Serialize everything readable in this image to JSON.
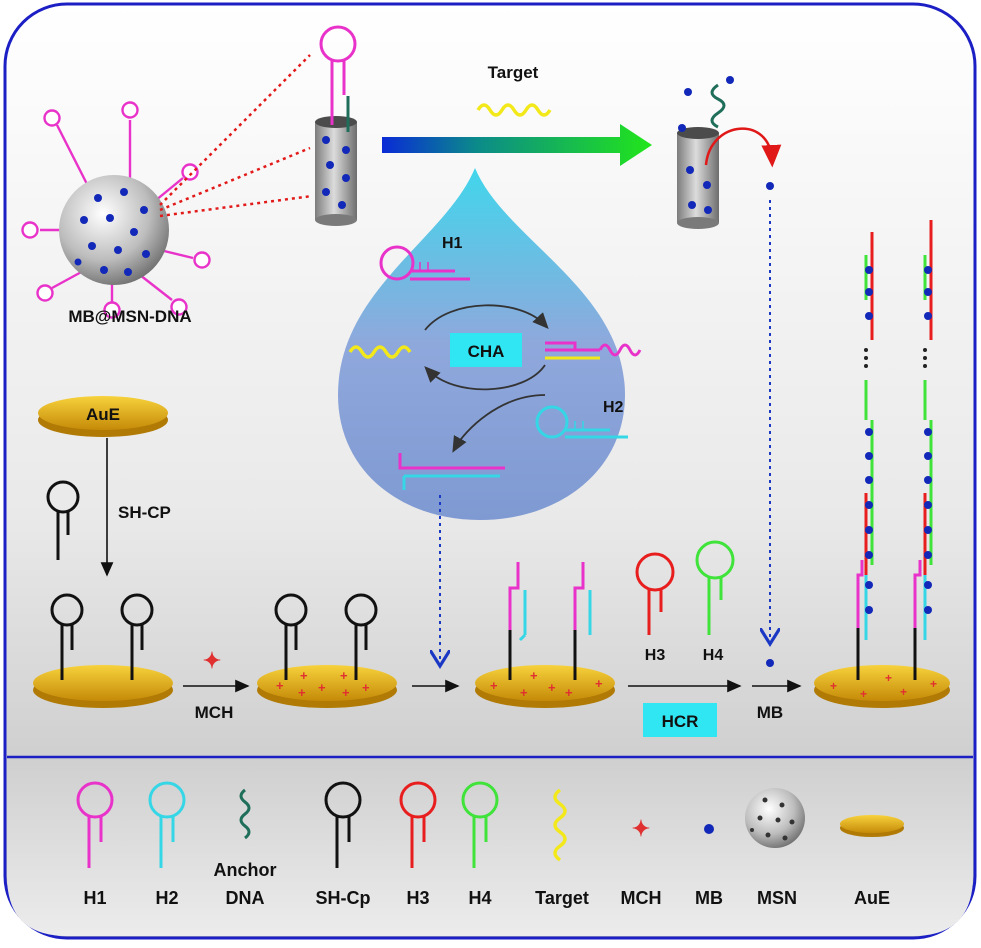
{
  "main": {
    "target_label": "Target",
    "mb_msn_dna_label": "MB@MSN-DNA",
    "cha_label": "CHA",
    "h1_label": "H1",
    "h2_label": "H2",
    "aue_label": "AuE",
    "shcp_label": "SH-CP",
    "mch_label": "MCH",
    "h3_label": "H3",
    "h4_label": "H4",
    "hcr_label": "HCR",
    "mb_label": "MB"
  },
  "legend": {
    "items": [
      "H1",
      "H2",
      "Anchor",
      "DNA",
      "SH-Cp",
      "H3",
      "H4",
      "Target",
      "MCH",
      "MB",
      "MSN",
      "AuE"
    ]
  },
  "colors": {
    "frame": "#1b1fc4",
    "h1": "#e832c9",
    "h2": "#35d6e6",
    "h3": "#e81e1e",
    "h4": "#3fe33a",
    "target": "#f2e81a",
    "mb": "#1228b8",
    "gold": "#e0a90f",
    "cyan_box": "#2fe6f2",
    "anchor": "#1e6e5a"
  }
}
